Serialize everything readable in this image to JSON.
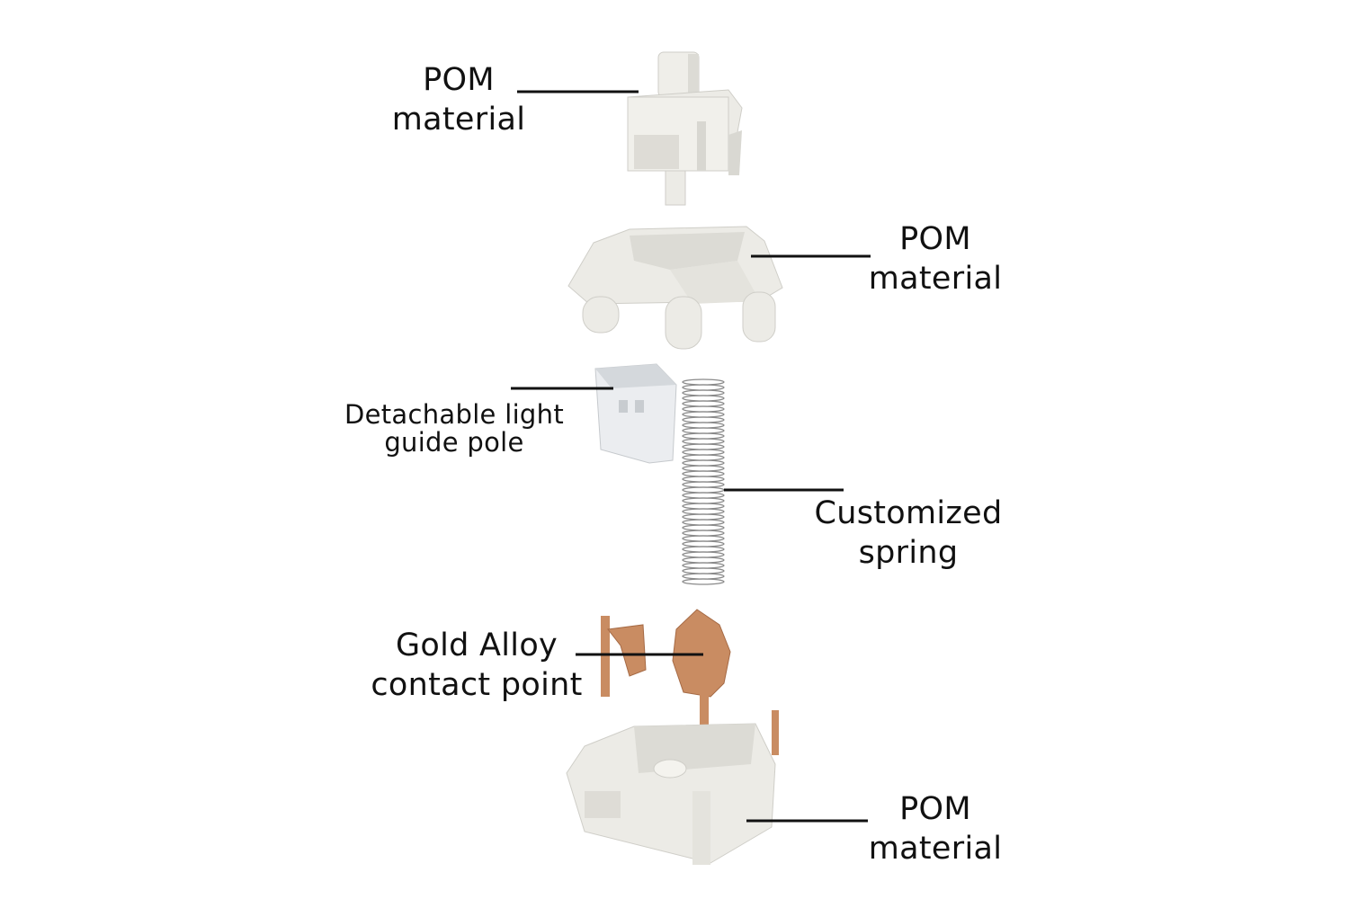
{
  "labels": {
    "stem": {
      "line1": "POM",
      "line2": "material"
    },
    "top_housing": {
      "line1": "POM",
      "line2": "material"
    },
    "light_guide": {
      "line1": "Detachable light",
      "line2": "guide pole"
    },
    "spring": {
      "line1": "Customized",
      "line2": "spring"
    },
    "contact": {
      "line1": "Gold Alloy",
      "line2": "contact point"
    },
    "bottom_housing": {
      "line1": "POM",
      "line2": "material"
    }
  },
  "colors": {
    "pom": "#ecebe6",
    "pom_shade": "#d6d5cf",
    "copper": "#c98c62",
    "copper_dark": "#a56a45",
    "leader": "#111111"
  }
}
